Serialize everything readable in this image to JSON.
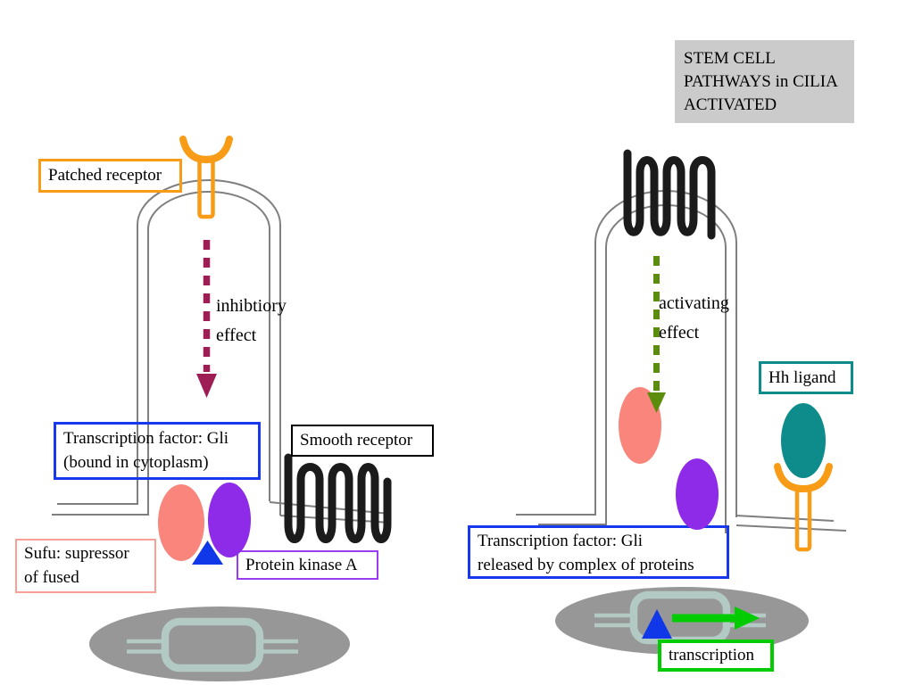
{
  "diagram": {
    "title": "STEM CELL\nPATHWAYS in CILIA\nACTIVATED",
    "left_pathway": {
      "patched_label": "Patched receptor",
      "effect_label": "inhibtiory\neffect",
      "gli_label": "Transcription factor: Gli\n(bound in cytoplasm)",
      "smooth_label": "Smooth receptor",
      "sufu_label": "Sufu: supressor\nof fused",
      "pka_label": "Protein kinase A"
    },
    "right_pathway": {
      "effect_label": "activating\neffect",
      "hh_label": "Hh ligand",
      "gli_label": "Transcription factor: Gli\nreleased by complex of proteins",
      "transcription_label": "transcription"
    },
    "colors": {
      "membrane_gray": "#7F7F7F",
      "receptor_orange": "#F89B16",
      "serpentine_black": "#1B1B1B",
      "inhibit_maroon": "#9E1D55",
      "activate_olive": "#5C8C0C",
      "gli_pink": "#F9857C",
      "kinase_purple": "#8D2BE8",
      "triangle_blue": "#1038E8",
      "hh_teal": "#0E8C8C",
      "box_blue": "#1838EE",
      "transcription_green": "#00CC00",
      "label_pink_border": "#FB9F97",
      "label_purple_border": "#9C3CF0",
      "nucleus_gray": "#979797",
      "chromatin_sage": "#B3C9C4",
      "title_bg": "#CBCBCB"
    }
  }
}
